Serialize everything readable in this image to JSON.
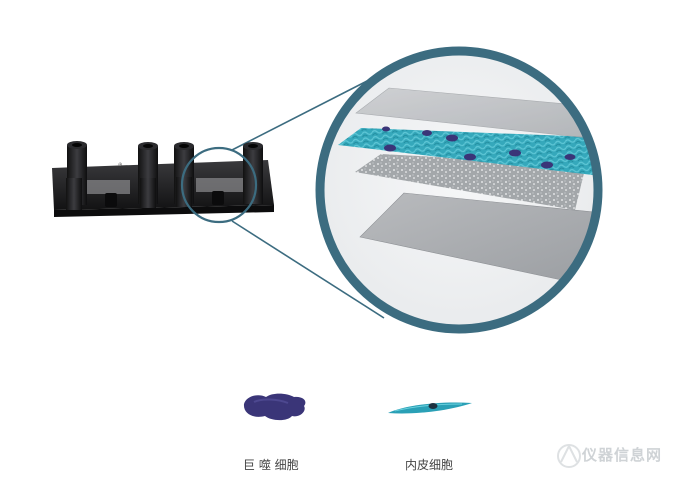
{
  "figure": {
    "device": "microfluidic-chip-array",
    "layers": [
      "top-membrane",
      "endothelial-cell-layer",
      "porous-membrane",
      "bottom-substrate"
    ]
  },
  "legend": {
    "macrophage_label": "巨 噬 细胞",
    "endothelial_label": "内皮细胞"
  },
  "watermark": {
    "text": "仪器信息网"
  },
  "colors": {
    "ring": "#3c6c80",
    "endothelial": "#2aa0b6",
    "macrophage": "#3a3578",
    "chip": "#1b1b1d"
  }
}
